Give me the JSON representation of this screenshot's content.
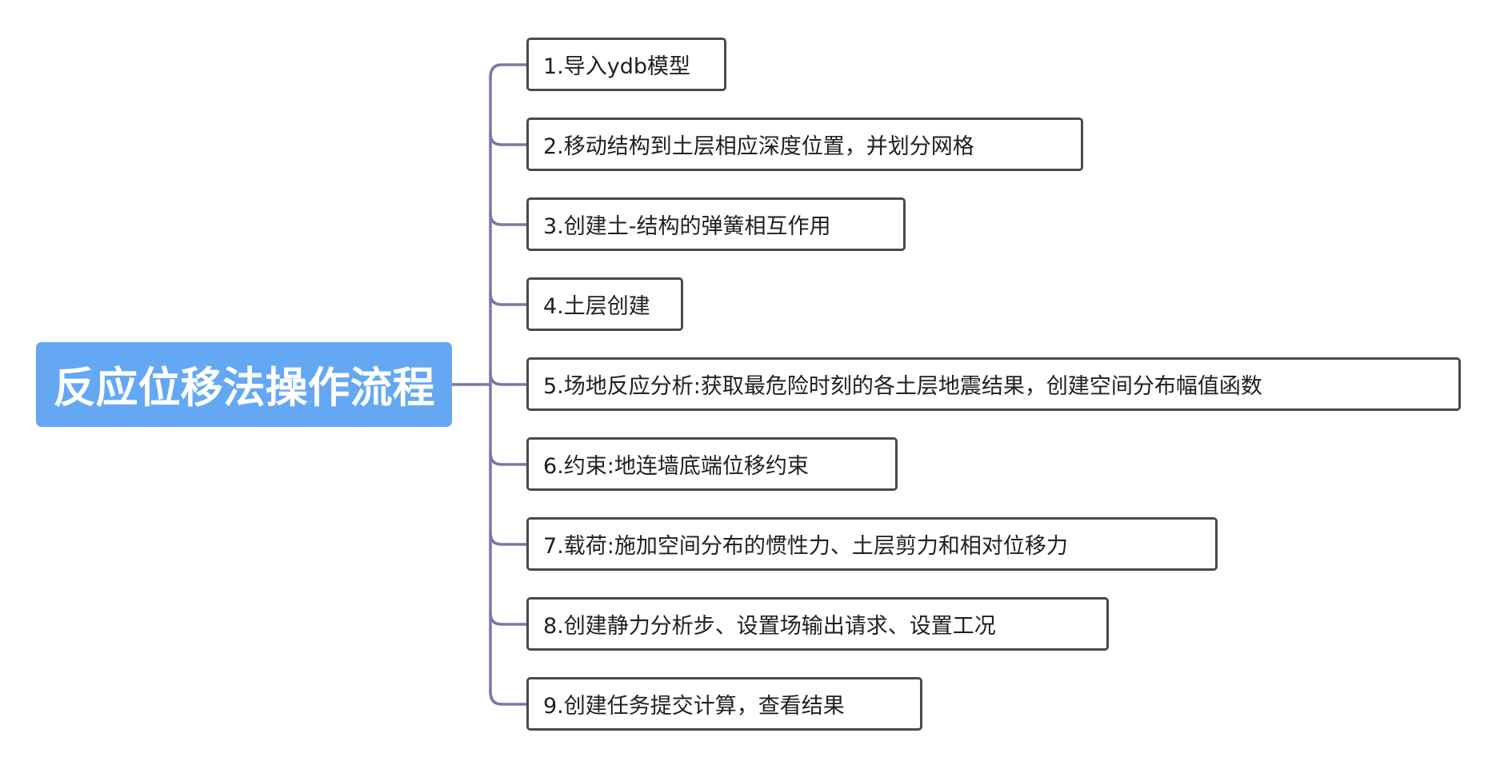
{
  "diagram": {
    "type": "mind-map",
    "root": {
      "label": "反应位移法操作流程"
    },
    "steps": [
      {
        "label": "1.导入ydb模型"
      },
      {
        "label": "2.移动结构到土层相应深度位置，并划分网格"
      },
      {
        "label": "3.创建土-结构的弹簧相互作用"
      },
      {
        "label": "4.土层创建"
      },
      {
        "label": "5.场地反应分析:获取最危险时刻的各土层地震结果，创建空间分布幅值函数"
      },
      {
        "label": "6.约束:地连墙底端位移约束"
      },
      {
        "label": "7.载荷:施加空间分布的惯性力、土层剪力和相对位移力"
      },
      {
        "label": "8.创建静力分析步、设置场输出请求、设置工况"
      },
      {
        "label": "9.创建任务提交计算，查看结果"
      }
    ]
  },
  "colors": {
    "root_fill": "#64a8f4",
    "root_text": "#ffffff",
    "connector": "#7b78a7",
    "node_border": "#4a4a4a",
    "node_text": "#1f1f1f"
  }
}
